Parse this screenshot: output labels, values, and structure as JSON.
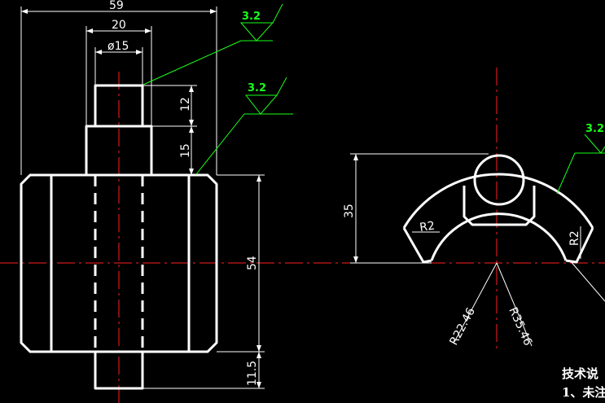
{
  "drawing": {
    "front_view": {
      "dims": {
        "overall_width": "59",
        "step_width": "20",
        "bore_dia": "ø15",
        "top_height": "12",
        "step_height": "15",
        "body_height": "54",
        "bottom_height": "11.5"
      },
      "roughness": [
        "3.2",
        "3.2"
      ]
    },
    "side_view": {
      "dims": {
        "height": "35",
        "fillet_left": "R2",
        "fillet_right": "R2",
        "inner_radius": "R22.46",
        "outer_radius": "R35.46"
      },
      "roughness": "3.2"
    },
    "notes": {
      "title": "技术说",
      "item1": "1、未注"
    },
    "colors": {
      "background": "#000000",
      "outline": "#ffffff",
      "centerline": "#ff2020",
      "leader": "#19ff19"
    }
  }
}
